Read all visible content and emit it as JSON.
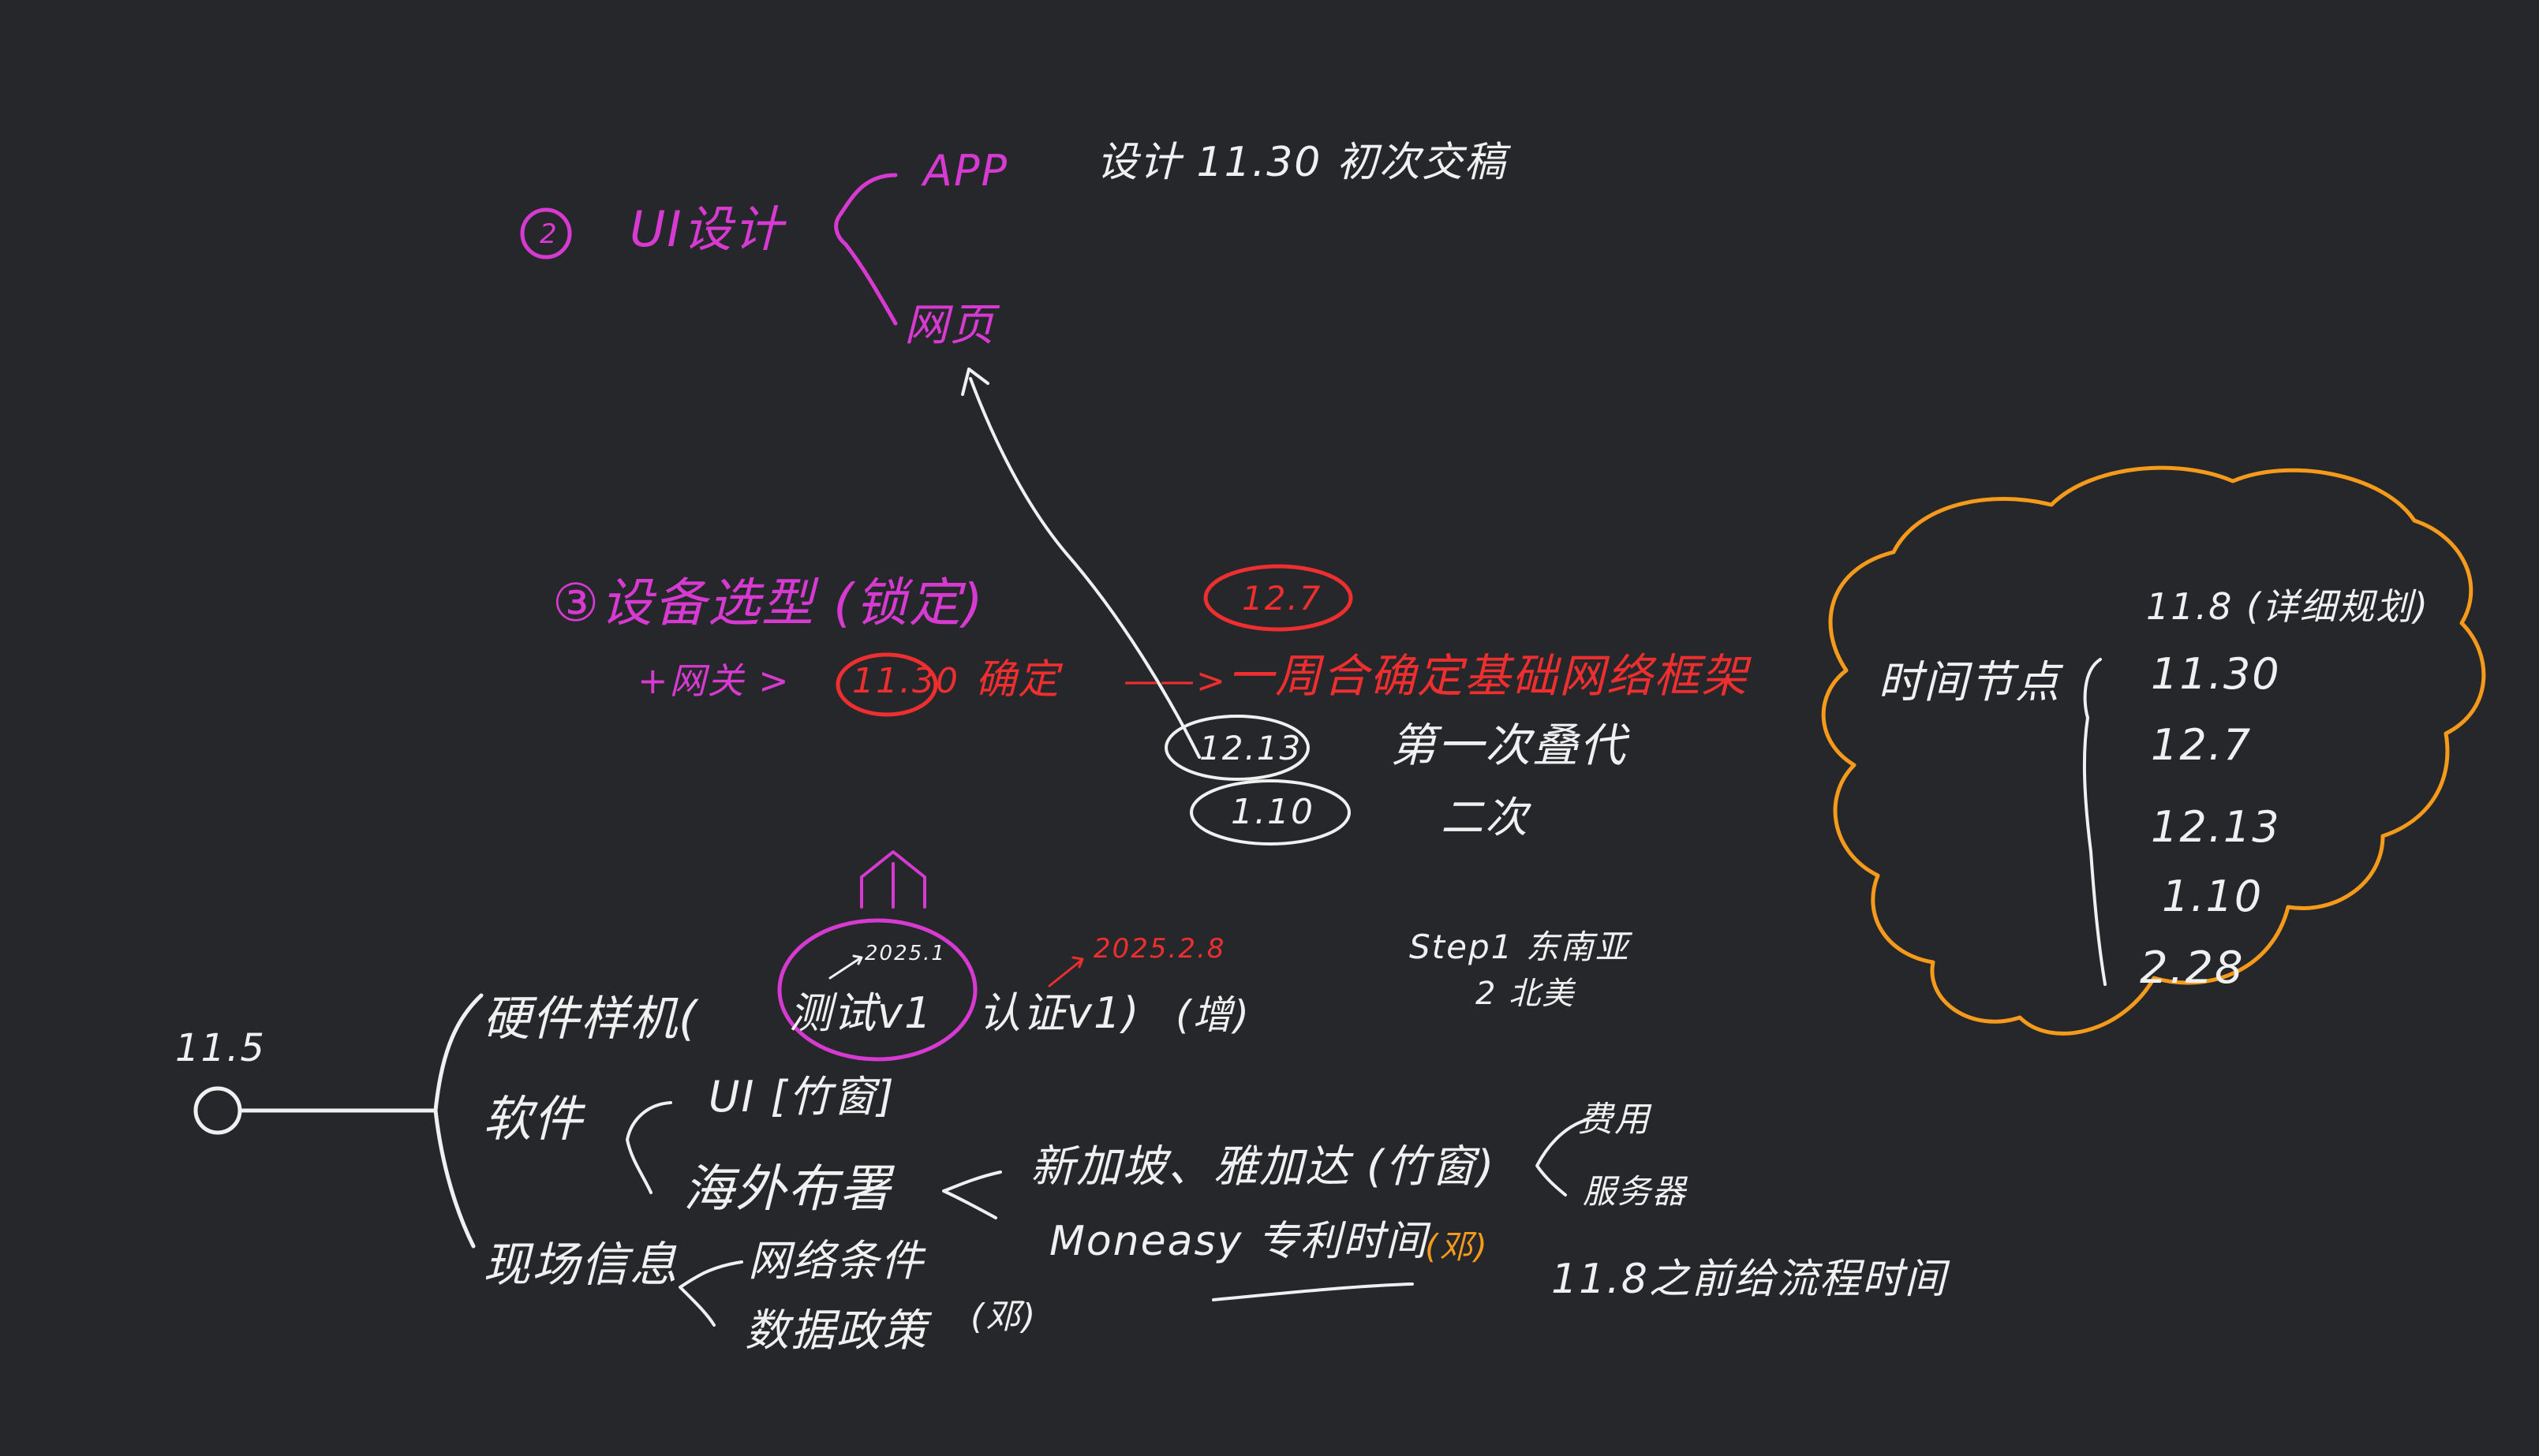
{
  "colors": {
    "background": "#25272b",
    "white": "#f0f0f0",
    "magenta": "#d63ad0",
    "red": "#ef2f2f",
    "orange": "#f59a1a"
  },
  "section_ui": {
    "number": "2",
    "title": "UI设计",
    "branch_app": "APP",
    "branch_app_note": "设计 11.30 初次交稿",
    "branch_web": "网页"
  },
  "section_device": {
    "title": "③设备选型 (锁定)",
    "prefix": "+网关 >",
    "date_circled": "11.30",
    "confirm": "确定",
    "arrow": "——>",
    "joint": "一周合确定基础网络框架",
    "date_12_7": "12.7",
    "date_12_13": "12.13",
    "iter_first": "第一次叠代",
    "date_1_10": "1.10",
    "iter_second": "二次"
  },
  "timeline": {
    "start": "11.5",
    "hardware": {
      "label": "硬件样机(",
      "test": "测试v1",
      "verify": "认证v1)",
      "owner": "(增)",
      "date_a": "2025.1",
      "date_b": "2025.2.8"
    },
    "software": {
      "label": "软件",
      "ui_item": "UI [竹窗]",
      "overseas": "海外布署",
      "countries": "新加坡、雅加达 (竹窗)",
      "cost": "费用",
      "server": "服务器",
      "moneasy": "Moneasy 专利时间",
      "moneasy_owner": "(邓)",
      "before_note": "11.8之前给流程时间"
    },
    "onsite": {
      "label": "现场信息",
      "network": "网络条件",
      "data_policy": "数据政策",
      "data_owner": "(邓)"
    }
  },
  "steps": {
    "step1": "Step1 东南亚",
    "step2": "2 北美"
  },
  "cloud": {
    "label": "时间节点",
    "dates": [
      "11.8 (详细规划)",
      "11.30",
      "12.7",
      "12.13",
      "1.10",
      "2.28"
    ]
  }
}
